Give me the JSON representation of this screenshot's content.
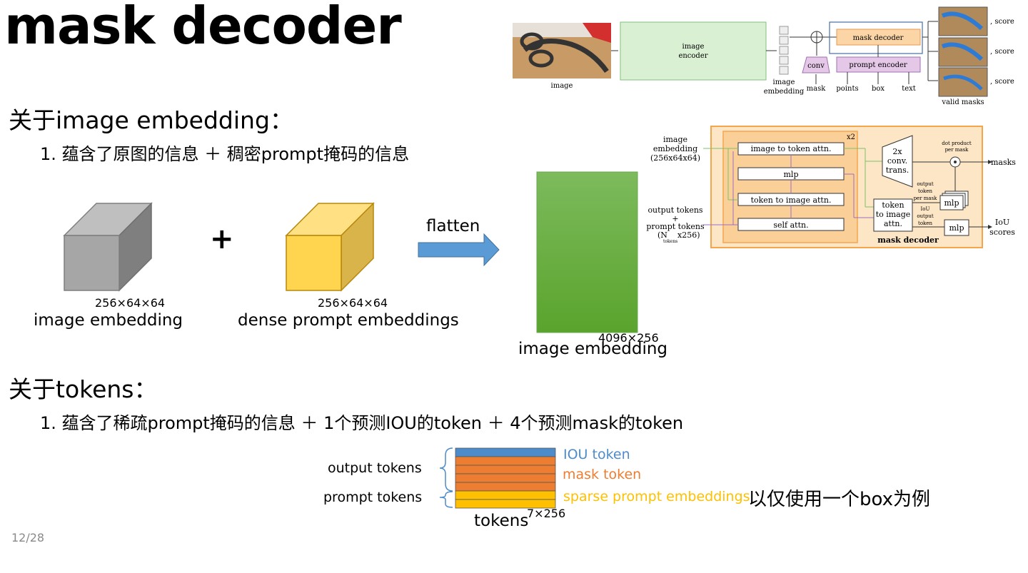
{
  "slide": {
    "title": "mask decoder",
    "page_number": "12/28"
  },
  "section1": {
    "heading": "关于image embedding：",
    "bullet": "1. 蕴含了原图的信息 ＋ 稠密prompt掩码的信息",
    "cube1_dim": "256×64×64",
    "cube1_label": "image embedding",
    "plus": "+",
    "cube2_dim": "256×64×64",
    "cube2_label": "dense prompt embeddings",
    "arrow_label": "flatten",
    "flat_dim": "4096×256",
    "flat_label": "image embedding"
  },
  "section2": {
    "heading": "关于tokens：",
    "bullet": "1. 蕴含了稀疏prompt掩码的信息 ＋ 1个预测IOU的token ＋ 4个预测mask的token",
    "output_tokens_label": "output tokens",
    "prompt_tokens_label": "prompt tokens",
    "iou_token_label": "IOU token",
    "mask_token_label": "mask token",
    "sparse_label": "sparse prompt embeddings",
    "tokens_dim": "7×256",
    "tokens_label": "tokens",
    "note": "以仅使用一个box为例",
    "rows": [
      "iou",
      "mask",
      "mask",
      "mask",
      "mask",
      "sparse",
      "sparse"
    ]
  },
  "sam_overview": {
    "image_label": "image",
    "encoder_label": [
      "image",
      "encoder"
    ],
    "embedding_label": [
      "image",
      "embedding"
    ],
    "conv_label": "conv",
    "mask_label": "mask",
    "mask_decoder_label": "mask decoder",
    "prompt_encoder_label": "prompt encoder",
    "points_label": "points",
    "box_label": "box",
    "text_label": "text",
    "score_label": ", score",
    "valid_masks_label": "valid masks"
  },
  "decoder_detail": {
    "image_embedding_label": [
      "image",
      "embedding",
      "(256x64x64)"
    ],
    "tokens_label": [
      "output tokens",
      "+",
      "prompt tokens",
      "(N",
      "tokens",
      "x256)"
    ],
    "x2_label": "x2",
    "image_to_token": "image to token attn.",
    "mlp": "mlp",
    "token_to_image": "token to image attn.",
    "self_attn": "self attn.",
    "conv_trans": [
      "2x",
      "conv.",
      "trans."
    ],
    "token_to_image_right": [
      "token",
      "to image",
      "attn."
    ],
    "dot_product": [
      "dot product",
      "per mask"
    ],
    "output_token_per_mask": [
      "output",
      "token",
      "per mask"
    ],
    "iou_output_token": [
      "IoU",
      "output",
      "token"
    ],
    "masks_label": "masks",
    "iou_scores": [
      "IoU",
      "scores"
    ],
    "footer": "mask decoder"
  },
  "colors": {
    "iou": "#4d8ccb",
    "mask": "#ed7d31",
    "sparse": "#ffc000",
    "green": "#70ad47",
    "arrow": "#5b9bd5"
  }
}
